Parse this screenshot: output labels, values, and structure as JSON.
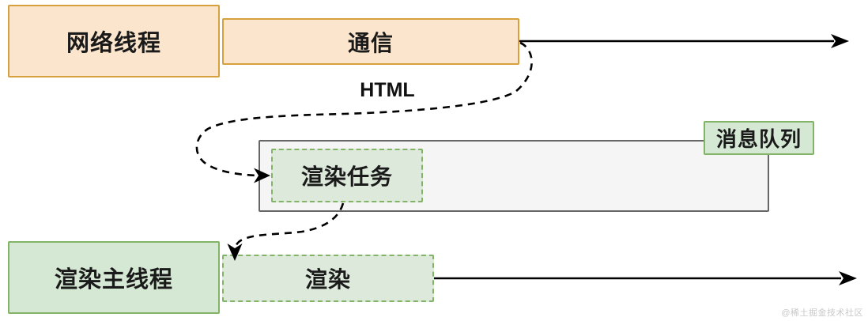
{
  "nodes": {
    "network_thread": {
      "label": "网络线程"
    },
    "communication": {
      "label": "通信"
    },
    "message_queue": {
      "label": "消息队列"
    },
    "render_task": {
      "label": "渲染任务"
    },
    "render_main_thread": {
      "label": "渲染主线程"
    },
    "render": {
      "label": "渲染"
    }
  },
  "annotations": {
    "html_label": "HTML",
    "watermark": "@稀土掘金技术社区"
  },
  "edges": {
    "network_timeline_arrow": "solid arrow right from 通信 box",
    "html_delivery_arrow": "dashed curved arrow from 通信 to 渲染任务",
    "task_dispatch_arrow": "dashed curved arrow from 渲染任务 to 渲染",
    "render_timeline_arrow": "solid arrow right from 渲染 box"
  },
  "colors": {
    "orange_fill": "#FBE5CD",
    "orange_border": "#D6A03C",
    "green_fill": "#D5E8D4",
    "green_fill_light": "#DDEADB",
    "green_border": "#82B366",
    "queue_fill": "#F5F5F5",
    "queue_border": "#666666",
    "arrow": "#000000",
    "watermark": "#C9C9C9"
  }
}
